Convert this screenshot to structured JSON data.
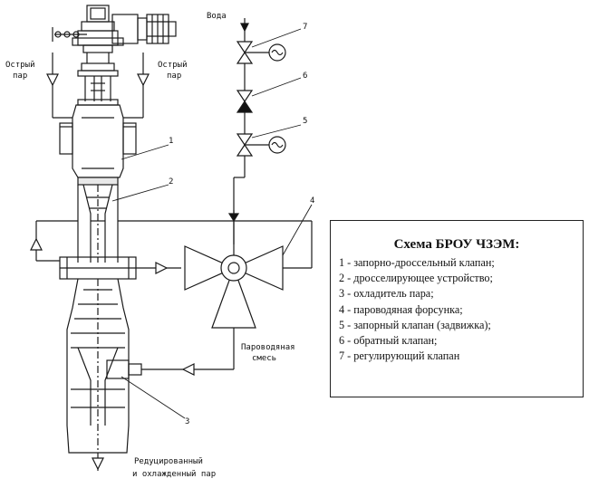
{
  "diagram": {
    "labels": {
      "water": "Вода",
      "steam_left": [
        "Острый",
        "пар"
      ],
      "steam_right": [
        "Острый",
        "пар"
      ],
      "mixture": [
        "Пароводяная",
        "смесь"
      ],
      "outlet": [
        "Редуцированный",
        "и охлажденный пар"
      ]
    },
    "callouts": [
      "1",
      "2",
      "3",
      "4",
      "5",
      "6",
      "7"
    ]
  },
  "legend": {
    "title": "Схема БРОУ ЧЗЭМ:",
    "items": [
      "1 - запорно-дроссельный клапан;",
      "2 - дросселирующее устройство;",
      "3 - охладитель пара;",
      "4 -  пароводяная форсунка;",
      "5 - запорный клапан (задвижка);",
      "6 - обратный клапан;",
      "7 - регулирующий клапан"
    ]
  }
}
